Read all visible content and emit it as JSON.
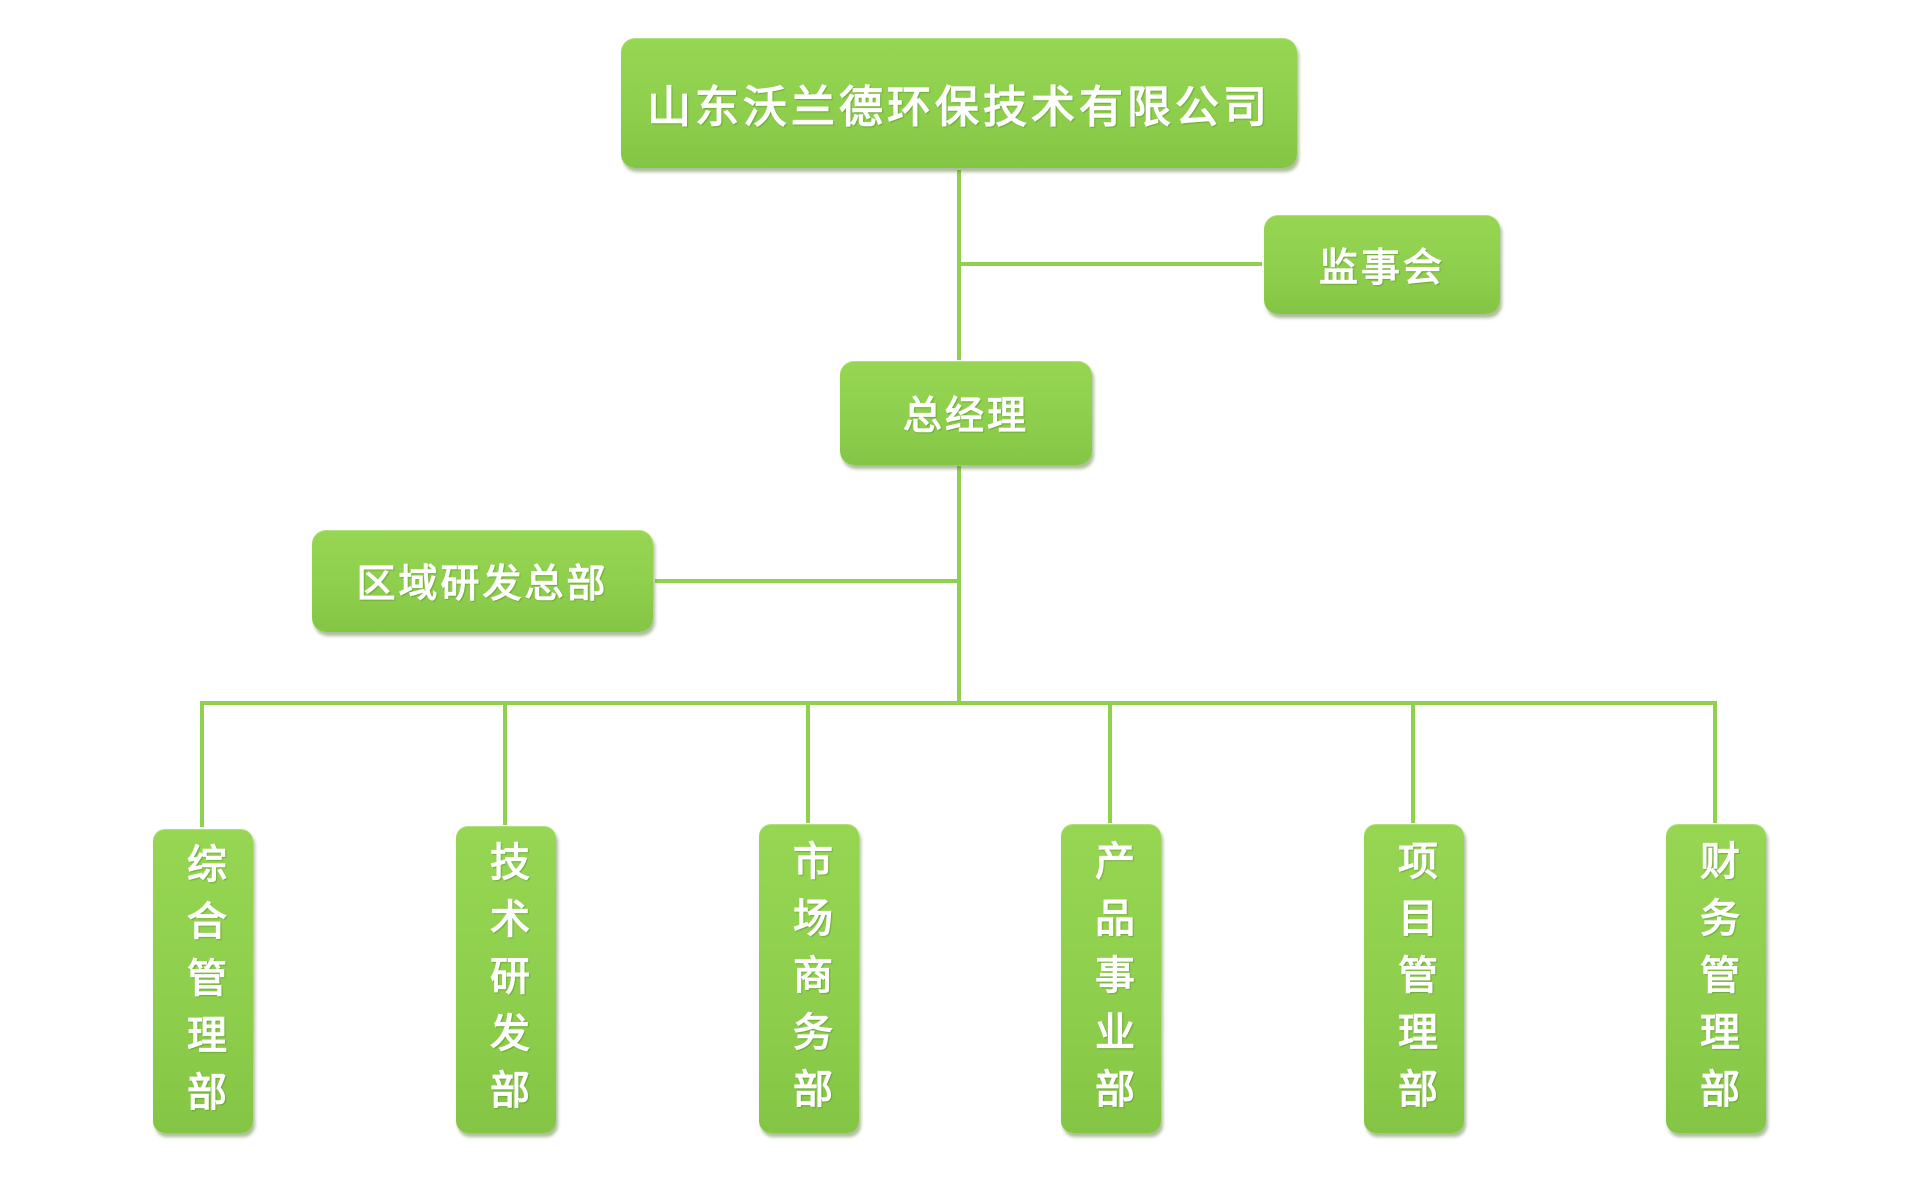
{
  "chart": {
    "company": "山东沃兰德环保技术有限公司",
    "supervisory_board": "监事会",
    "general_manager": "总经理",
    "regional_rd_hq": "区域研发总部",
    "departments": [
      "综合管理部",
      "技术研发部",
      "市场商务部",
      "产品事业部",
      "项目管理部",
      "财务管理部"
    ]
  },
  "colors": {
    "node_fill": "#8fd14f",
    "connector": "#8fd14f",
    "text": "#ffffff"
  }
}
